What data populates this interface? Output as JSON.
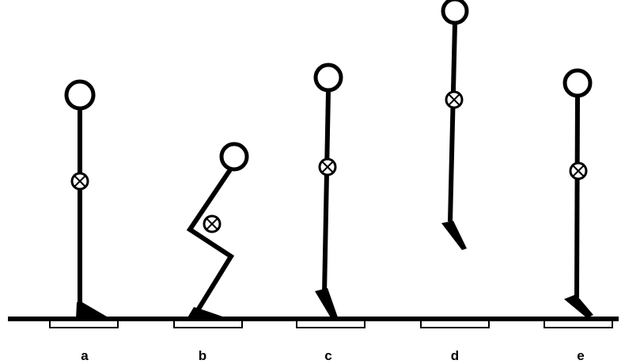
{
  "figure": {
    "labels": [
      "a",
      "b",
      "c",
      "d",
      "e"
    ],
    "colors": {
      "stroke": "#000000",
      "fill": "#ffffff",
      "plate": "#ffffff"
    }
  }
}
